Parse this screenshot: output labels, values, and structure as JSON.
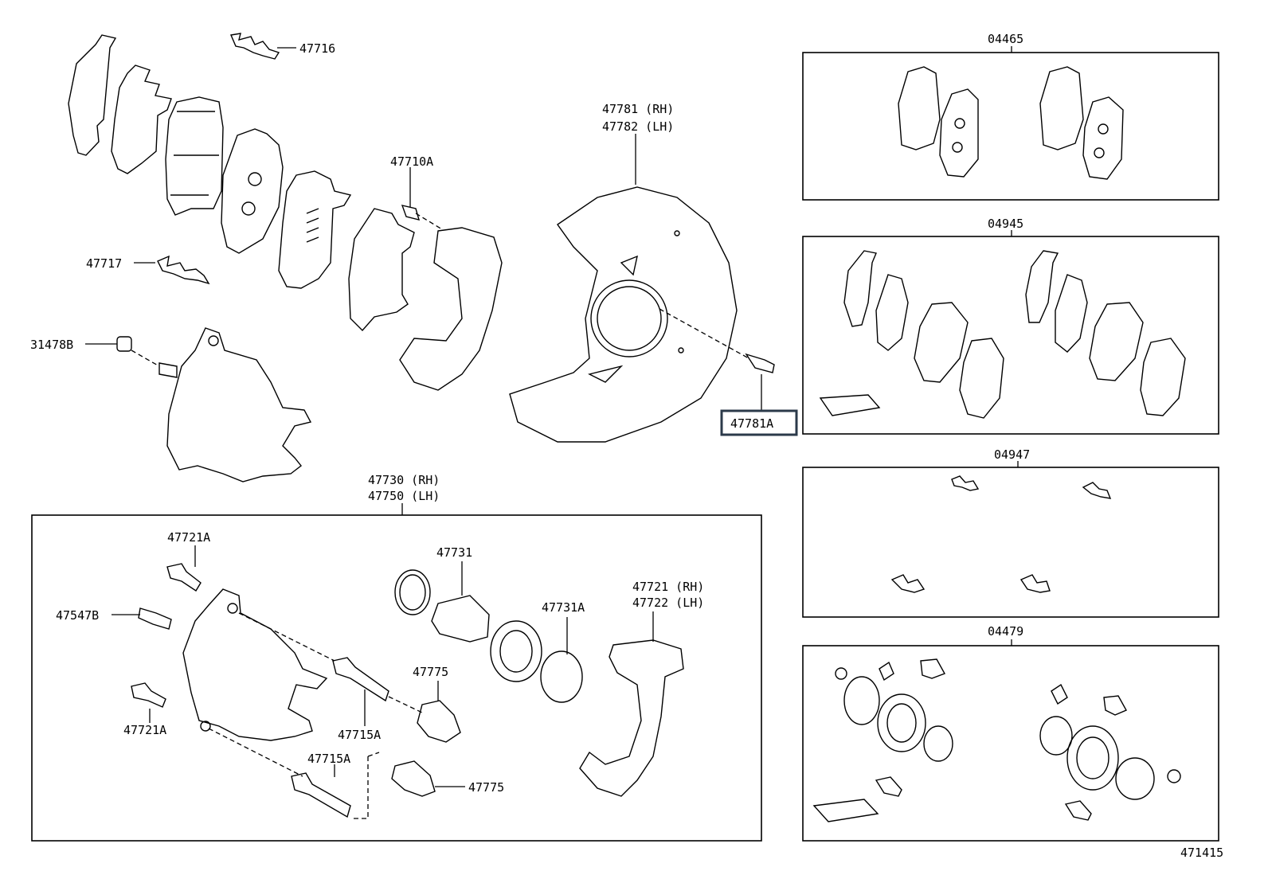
{
  "diagram_id": "471415",
  "parts": {
    "p47716": "47716",
    "p47717": "47717",
    "p31478B": "31478B",
    "p47710A": "47710A",
    "p47781": "47781 (RH)",
    "p47782": "47782 (LH)",
    "p47781A": "47781A",
    "p47730": "47730 (RH)",
    "p47750": "47750 (LH)",
    "p47721A_top": "47721A",
    "p47547B": "47547B",
    "p47721A_bot": "47721A",
    "p47731": "47731",
    "p47731A": "47731A",
    "p47721": "47721 (RH)",
    "p47722": "47722 (LH)",
    "p47775_a": "47775",
    "p47775_b": "47775",
    "p47715A_a": "47715A",
    "p47715A_b": "47715A"
  },
  "kits": {
    "k04465": "04465",
    "k04945": "04945",
    "k04947": "04947",
    "k04479": "04479"
  },
  "highlight_color": "#2b3a4a"
}
